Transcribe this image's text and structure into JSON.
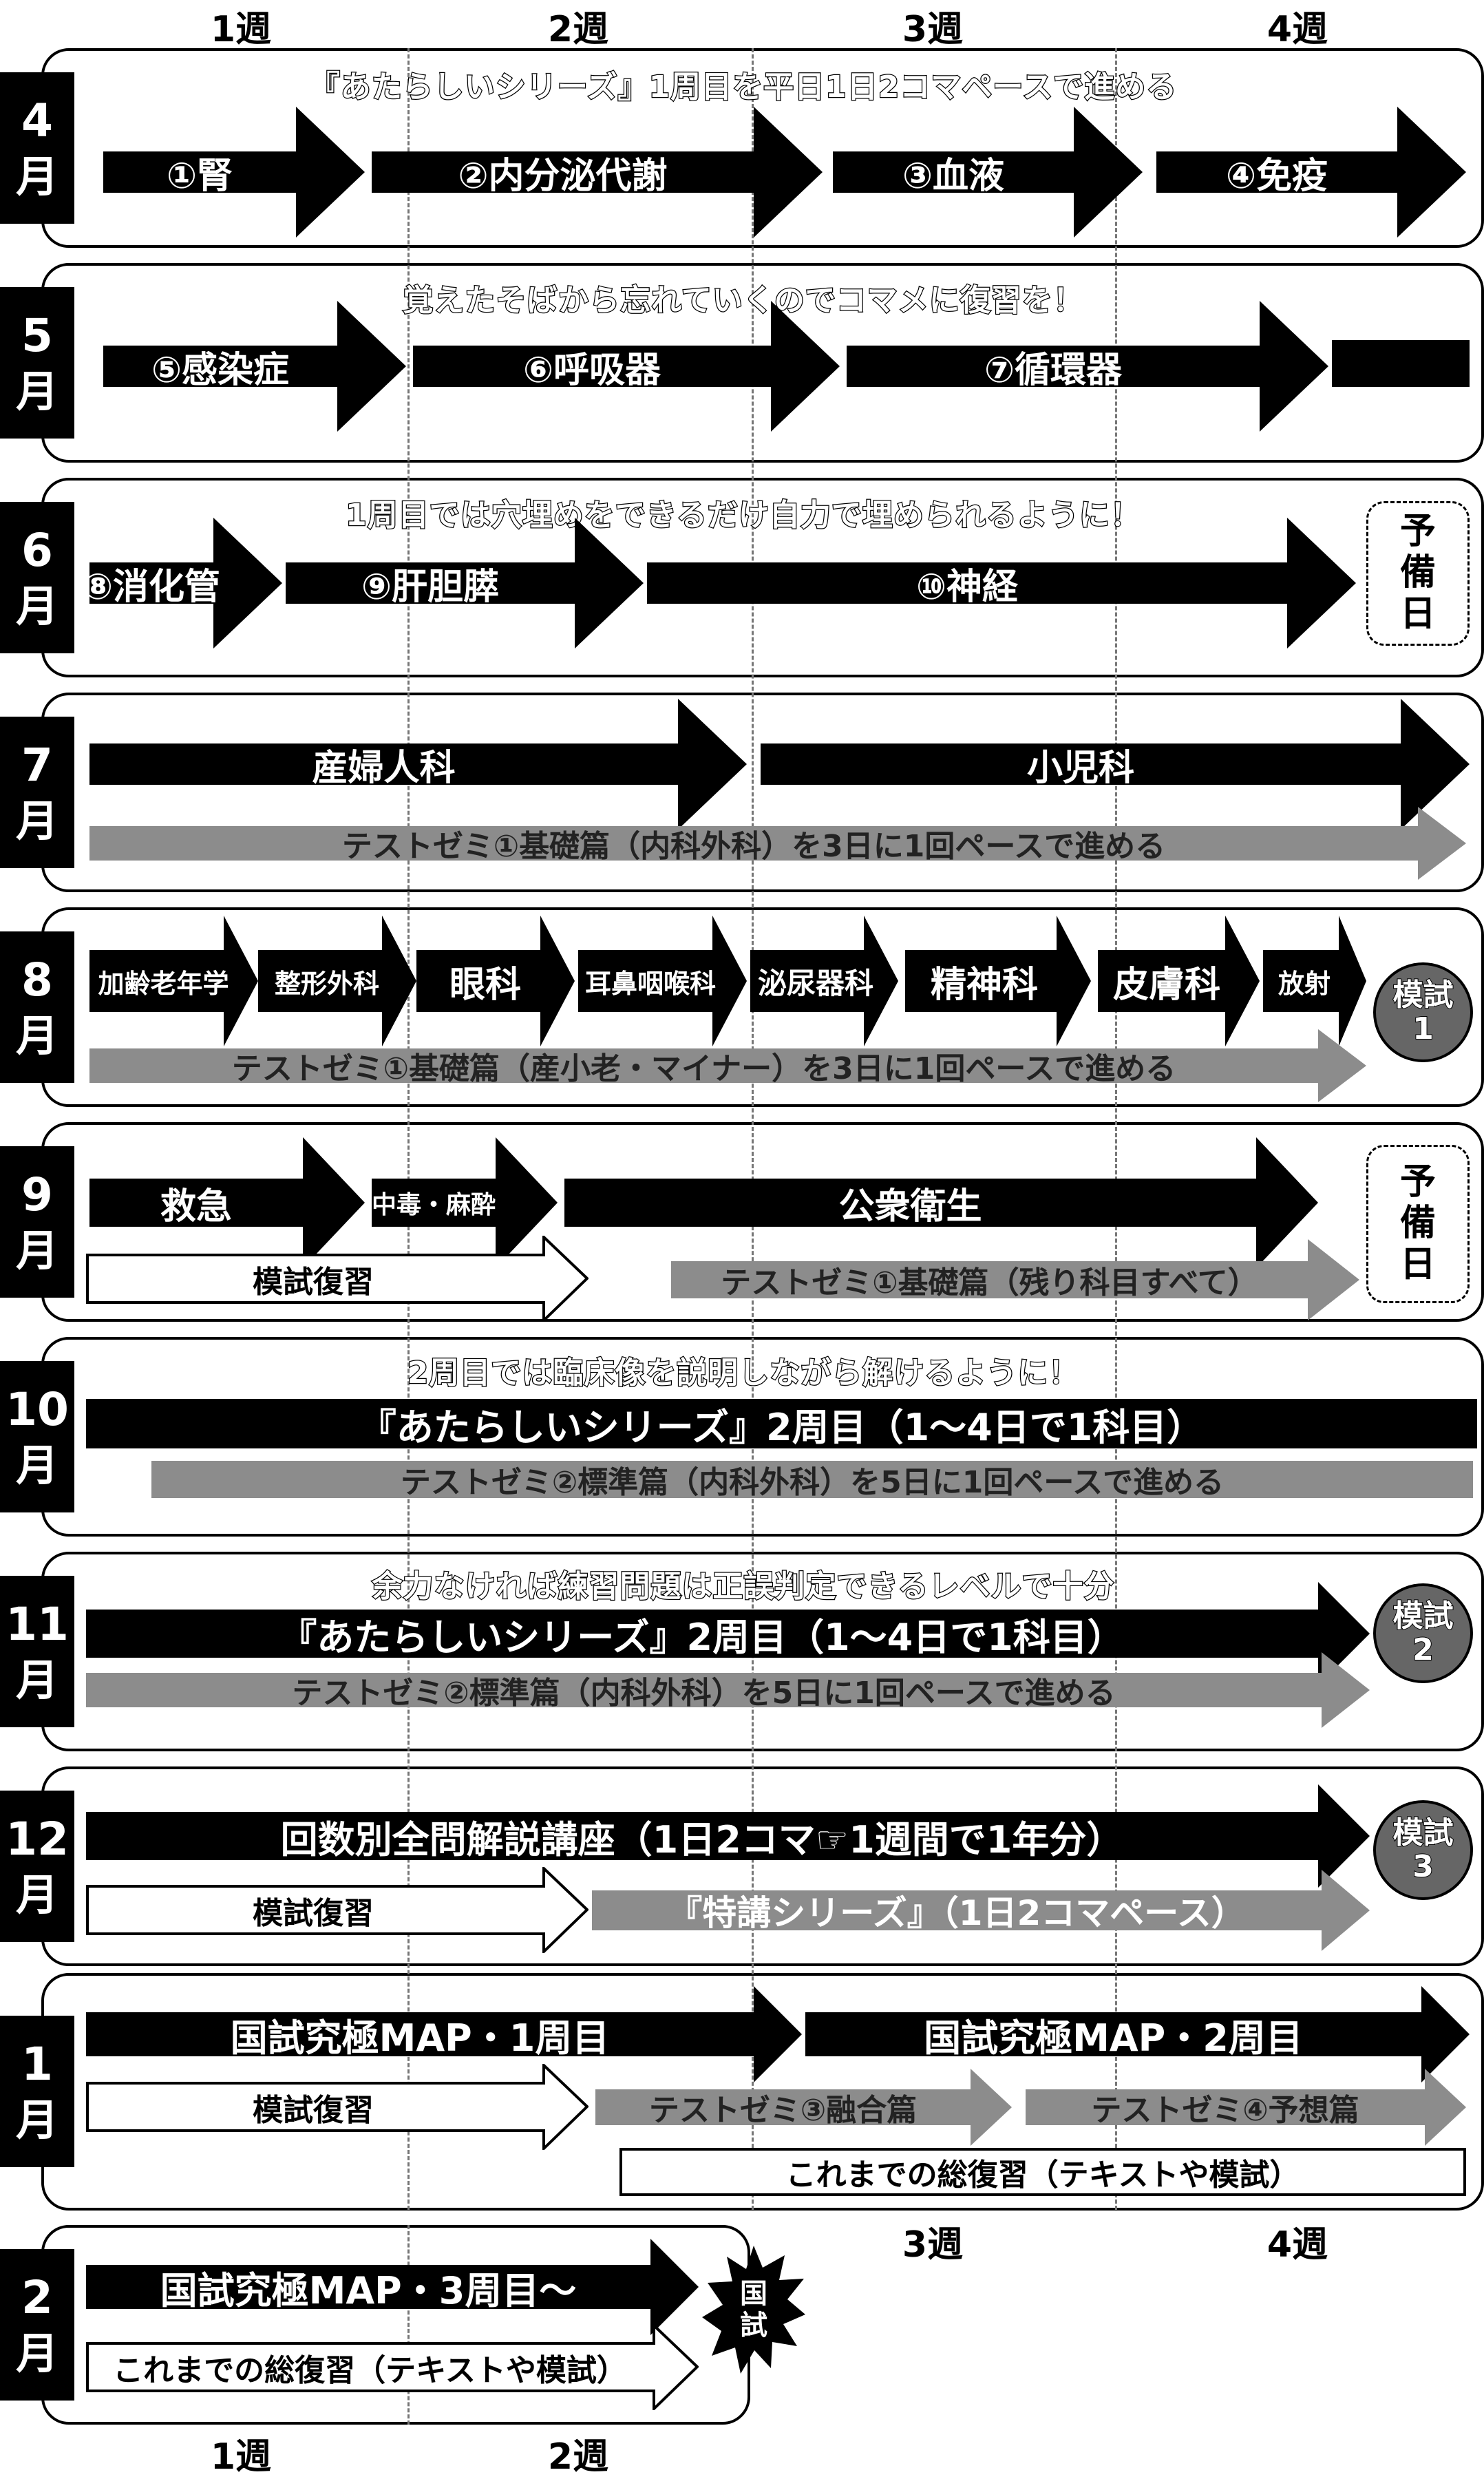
{
  "weeks_top": [
    "1週",
    "2週",
    "3週",
    "4週"
  ],
  "weeks_mid": [
    "3週",
    "4週"
  ],
  "weeks_bottom": [
    "1週",
    "2週"
  ],
  "unit": "月",
  "months": {
    "apr": {
      "num": "4",
      "note": "『あたらしいシリーズ』1周目を平日1日2コマペースで進める",
      "items": [
        "①腎",
        "②内分泌代謝",
        "③血液",
        "④免疫"
      ]
    },
    "may": {
      "num": "5",
      "note": "覚えたそばから忘れていくのでコマメに復習を！",
      "items": [
        "⑤感染症",
        "⑥呼吸器",
        "⑦循環器"
      ]
    },
    "jun": {
      "num": "6",
      "note": "1周目では穴埋めをできるだけ自力で埋められるように！",
      "items": [
        "⑧消化管",
        "⑨肝胆膵",
        "⑩神経"
      ],
      "reserve": [
        "予",
        "備",
        "日"
      ]
    },
    "jul": {
      "num": "7",
      "items": [
        "産婦人科",
        "小児科"
      ],
      "gray": "テストゼミ①基礎篇（内科外科）を3日に1回ペースで進める"
    },
    "aug": {
      "num": "8",
      "items": [
        "加齢老年学",
        "整形外科",
        "眼科",
        "耳鼻咽喉科",
        "泌尿器科",
        "精神科",
        "皮膚科",
        "放射"
      ],
      "gray": "テストゼミ①基礎篇（産小老・マイナー）を3日に1回ペースで進める",
      "mock": [
        "模試",
        "1"
      ]
    },
    "sep": {
      "num": "9",
      "items": [
        "救急",
        "中毒・麻酔",
        "公衆衛生"
      ],
      "white": "模試復習",
      "gray": "テストゼミ①基礎篇（残り科目すべて）",
      "reserve": [
        "予",
        "備",
        "日"
      ]
    },
    "oct": {
      "num": "10",
      "note": "2周目では臨床像を説明しながら解けるように！",
      "black": "『あたらしいシリーズ』2周目（1〜4日で1科目）",
      "gray": "テストゼミ②標準篇（内科外科）を5日に1回ペースで進める"
    },
    "nov": {
      "num": "11",
      "note": "余力なければ練習問題は正誤判定できるレベルで十分",
      "black": "『あたらしいシリーズ』2周目（1〜4日で1科目）",
      "gray": "テストゼミ②標準篇（内科外科）を5日に1回ペースで進める",
      "mock": [
        "模試",
        "2"
      ]
    },
    "dec": {
      "num": "12",
      "black": "回数別全問解説講座（1日2コマ☞1週間で1年分）",
      "white": "模試復習",
      "gray": "『特講シリーズ』（1日2コマペース）",
      "mock": [
        "模試",
        "3"
      ]
    },
    "jan": {
      "num": "1",
      "items": [
        "国試究極MAP・1周目",
        "国試究極MAP・2周目"
      ],
      "white": "模試復習",
      "gray": [
        "テストゼミ③融合篇",
        "テストゼミ④予想篇"
      ],
      "box": "これまでの総復習（テキストや模試）"
    },
    "feb": {
      "num": "2",
      "black": "国試究極MAP・3周目〜",
      "white": "これまでの総復習（テキストや模試）",
      "exam": [
        "国",
        "試"
      ]
    }
  }
}
